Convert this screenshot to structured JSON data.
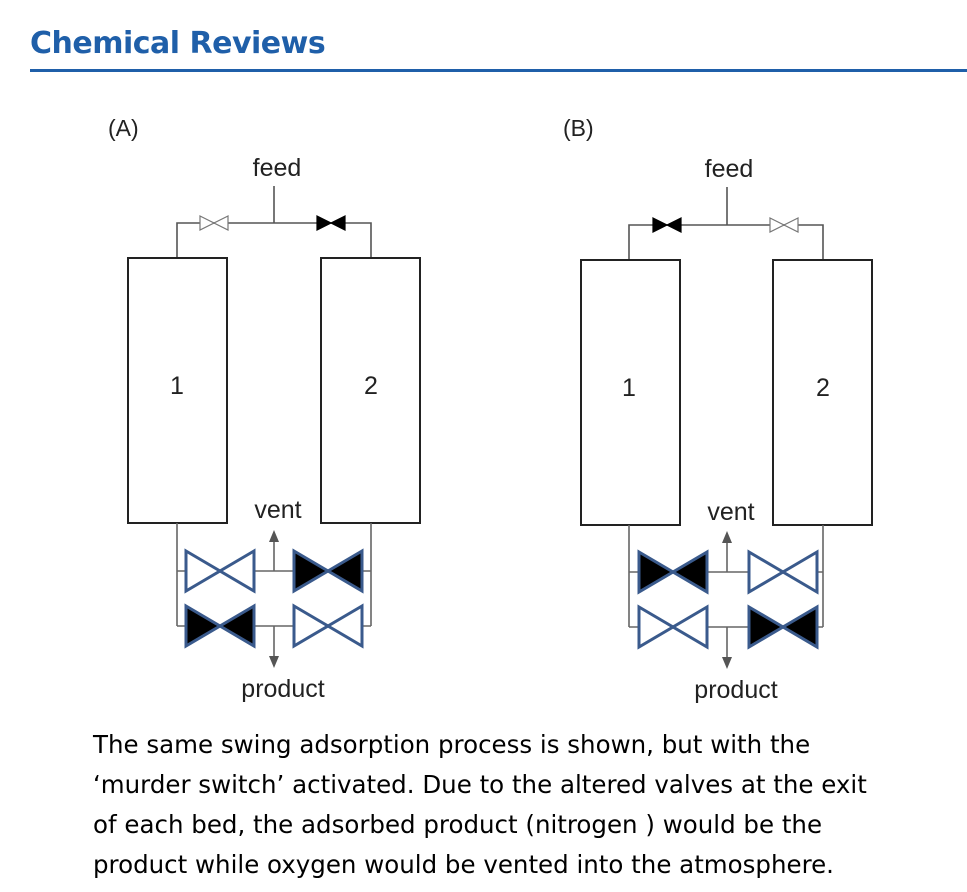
{
  "header": {
    "journal_title": "Chemical Reviews",
    "accent_color": "#1f5fa9"
  },
  "panels": [
    {
      "label": "(A)",
      "feed_label": "feed",
      "vent_label": "vent",
      "product_label": "product",
      "bed_labels": [
        "1",
        "2"
      ],
      "feed_valves": {
        "left": "open",
        "right": "closed"
      },
      "exit_valves": {
        "vent_left": "open",
        "vent_right": "closed",
        "product_left": "closed",
        "product_right": "open"
      }
    },
    {
      "label": "(B)",
      "feed_label": "feed",
      "vent_label": "vent",
      "product_label": "product",
      "bed_labels": [
        "1",
        "2"
      ],
      "feed_valves": {
        "left": "closed",
        "right": "open"
      },
      "exit_valves": {
        "vent_left": "closed",
        "vent_right": "open",
        "product_left": "open",
        "product_right": "closed"
      }
    }
  ],
  "caption": "The same swing adsorption process is shown, but with the\n‘murder switch’ activated. Due to the altered valves at the exit\nof each bed, the adsorbed product (nitrogen ) would be the\nproduct while oxygen would be vented into the atmosphere.",
  "colors": {
    "exit_valve_stroke": "#3a5a8c",
    "line": "#555555",
    "closed_fill": "#000000"
  }
}
